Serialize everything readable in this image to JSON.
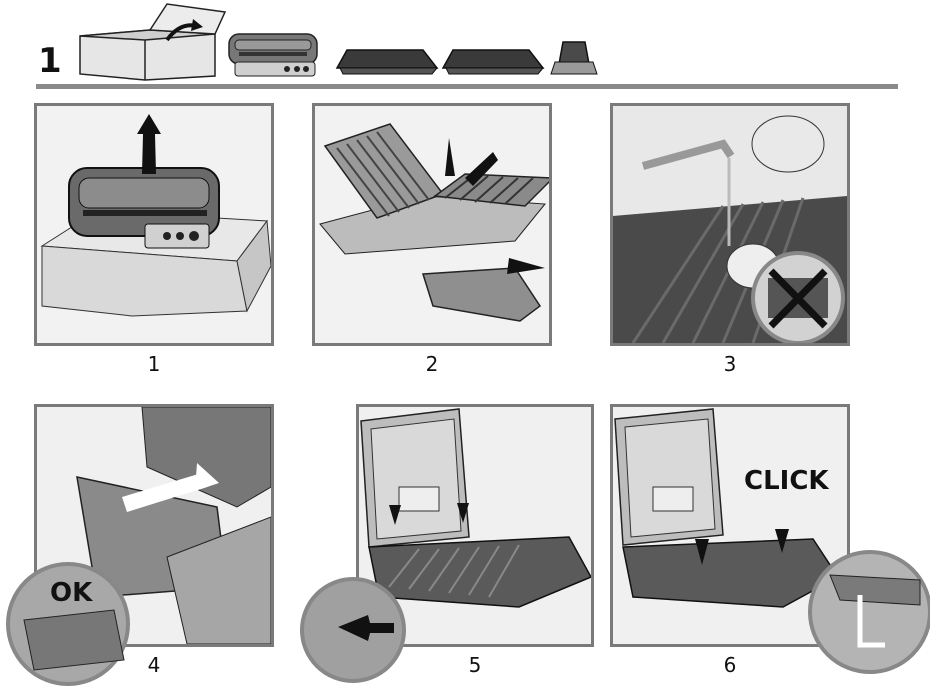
{
  "section": {
    "number": "1"
  },
  "steps": [
    {
      "caption": "1"
    },
    {
      "caption": "2"
    },
    {
      "caption": "3"
    },
    {
      "caption": "4",
      "overlay": "OK"
    },
    {
      "caption": "5"
    },
    {
      "caption": "6",
      "overlay": "CLICK"
    }
  ],
  "colors": {
    "frame": "#7a7a7a",
    "divider": "#8a8a8a",
    "metal": "#555555",
    "dark": "#1e1e1e"
  },
  "icons": [
    "box-icon",
    "grill-icon",
    "plate-icon",
    "plate-icon",
    "drip-tray-icon",
    "arrow-up-icon",
    "cross-icon",
    "arrow-icon"
  ]
}
